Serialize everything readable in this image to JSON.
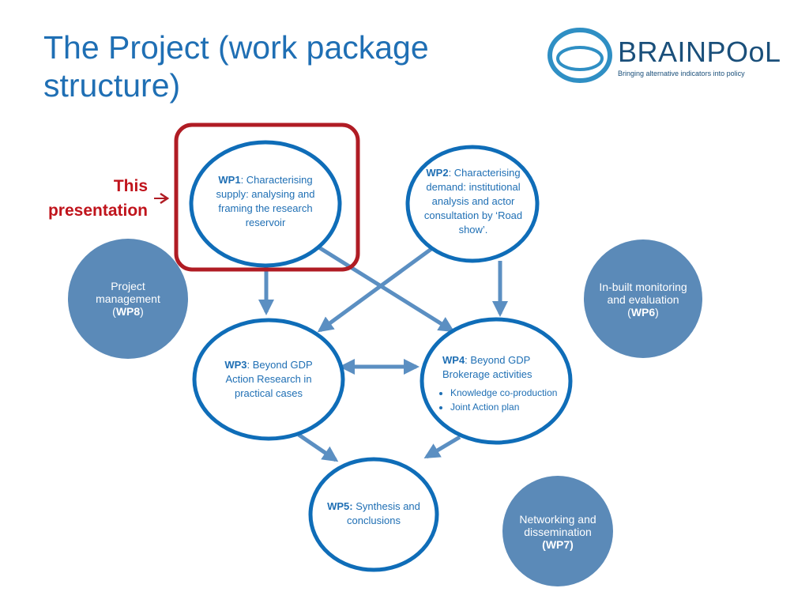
{
  "title_lines": [
    "The Project (work package",
    "structure)"
  ],
  "logo": {
    "name": "BRAINPOoL",
    "tagline": "Bringing alternative indicators into policy"
  },
  "callout": {
    "lines": [
      "This",
      "presentation"
    ],
    "arrow": "→"
  },
  "wp1": {
    "label": "WP1",
    "text": ": Characterising supply: analysing and framing the research reservoir"
  },
  "wp2": {
    "label": "WP2",
    "text": ": Characterising demand: institutional analysis and actor consultation by ‘Road show’."
  },
  "wp3": {
    "label": "WP3",
    "text": ": Beyond GDP Action Research in practical cases"
  },
  "wp4": {
    "label": "WP4",
    "text": ": Beyond GDP Brokerage activities",
    "bullets": [
      "Knowledge co-production",
      "Joint Action plan"
    ]
  },
  "wp5": {
    "label": "WP5:",
    "text": " Synthesis and conclusions"
  },
  "wp8": {
    "text": "Project management",
    "open": "(",
    "label": "WP8",
    "close": ")"
  },
  "wp6": {
    "text": "In-built monitoring and evaluation",
    "open": "(",
    "label": "WP6",
    "close": ")"
  },
  "wp7": {
    "text": "Networking and dissemination",
    "label": "(WP7)"
  },
  "colors": {
    "accent": "#1f6fb4",
    "node_stroke": "#0f6db8",
    "arrow": "#5b8fc2",
    "support_fill": "#5b8ab8",
    "highlight": "#b01c24",
    "logo_ring": "#2f8fc4",
    "logo_text": "#1a4f7a"
  }
}
